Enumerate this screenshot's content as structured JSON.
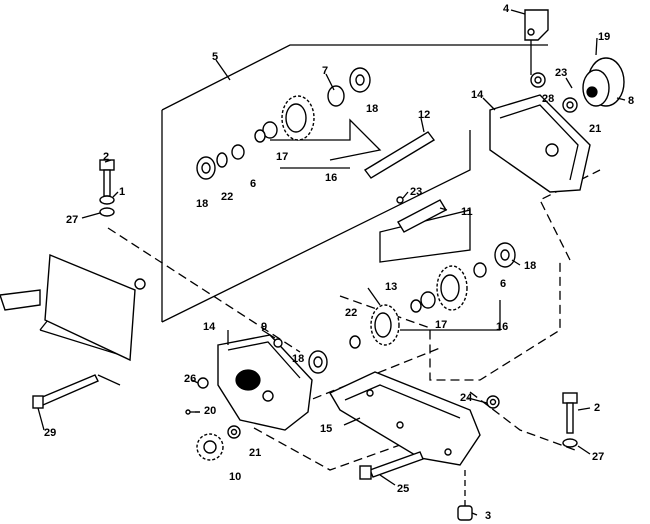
{
  "diagram": {
    "callouts": [
      {
        "id": "c1",
        "text": "1"
      },
      {
        "id": "c2a",
        "text": "2"
      },
      {
        "id": "c2b",
        "text": "2"
      },
      {
        "id": "c3",
        "text": "3"
      },
      {
        "id": "c4",
        "text": "4"
      },
      {
        "id": "c5",
        "text": "5"
      },
      {
        "id": "c6a",
        "text": "6"
      },
      {
        "id": "c6b",
        "text": "6"
      },
      {
        "id": "c7",
        "text": "7"
      },
      {
        "id": "c8",
        "text": "8"
      },
      {
        "id": "c9",
        "text": "9"
      },
      {
        "id": "c10",
        "text": "10"
      },
      {
        "id": "c11",
        "text": "11"
      },
      {
        "id": "c12",
        "text": "12"
      },
      {
        "id": "c13",
        "text": "13"
      },
      {
        "id": "c14a",
        "text": "14"
      },
      {
        "id": "c14b",
        "text": "14"
      },
      {
        "id": "c15",
        "text": "15"
      },
      {
        "id": "c16a",
        "text": "16"
      },
      {
        "id": "c16b",
        "text": "16"
      },
      {
        "id": "c17a",
        "text": "17"
      },
      {
        "id": "c17b",
        "text": "17"
      },
      {
        "id": "c18a",
        "text": "18"
      },
      {
        "id": "c18b",
        "text": "18"
      },
      {
        "id": "c18c",
        "text": "18"
      },
      {
        "id": "c18d",
        "text": "18"
      },
      {
        "id": "c19",
        "text": "19"
      },
      {
        "id": "c20",
        "text": "20"
      },
      {
        "id": "c21a",
        "text": "21"
      },
      {
        "id": "c21b",
        "text": "21"
      },
      {
        "id": "c22a",
        "text": "22"
      },
      {
        "id": "c22b",
        "text": "22"
      },
      {
        "id": "c23a",
        "text": "23"
      },
      {
        "id": "c23b",
        "text": "23"
      },
      {
        "id": "c24",
        "text": "24"
      },
      {
        "id": "c25",
        "text": "25"
      },
      {
        "id": "c26",
        "text": "26"
      },
      {
        "id": "c27a",
        "text": "27"
      },
      {
        "id": "c27b",
        "text": "27"
      },
      {
        "id": "c28",
        "text": "28"
      },
      {
        "id": "c29",
        "text": "29"
      }
    ]
  }
}
